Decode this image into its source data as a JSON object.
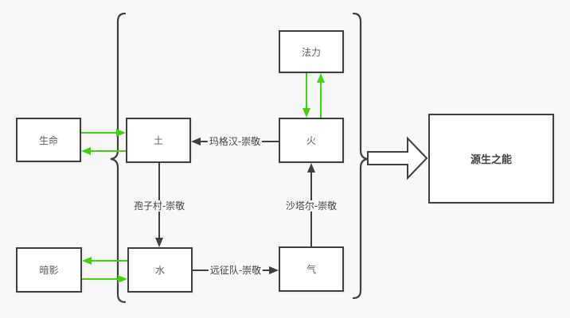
{
  "diagram": {
    "title": "elemental-transmute-flowchart",
    "colors": {
      "background": "#f8f8f8",
      "node_fill": "#ffffff",
      "node_border": "#3f3f3f",
      "node_text": "#5c5c5c",
      "edge_black": "#3f3f3f",
      "edge_green": "#41d30e",
      "label_text": "#424242"
    },
    "nodes": [
      {
        "id": "life",
        "label": "生命"
      },
      {
        "id": "earth",
        "label": "土"
      },
      {
        "id": "fire",
        "label": "火"
      },
      {
        "id": "mana",
        "label": "法力"
      },
      {
        "id": "shadow",
        "label": "暗影"
      },
      {
        "id": "water",
        "label": "水"
      },
      {
        "id": "air",
        "label": "气"
      },
      {
        "id": "primal",
        "label": "源生之能"
      }
    ],
    "edge_labels": [
      {
        "id": "maghar",
        "text": "玛格汉-崇敬",
        "edge": "fire-to-earth"
      },
      {
        "id": "sporeggar",
        "text": "孢子村-崇敬",
        "edge": "earth-to-water"
      },
      {
        "id": "expedition",
        "text": "远征队-崇敬",
        "edge": "water-to-air"
      },
      {
        "id": "shatar",
        "text": "沙塔尔-崇敬",
        "edge": "air-to-fire"
      }
    ]
  }
}
